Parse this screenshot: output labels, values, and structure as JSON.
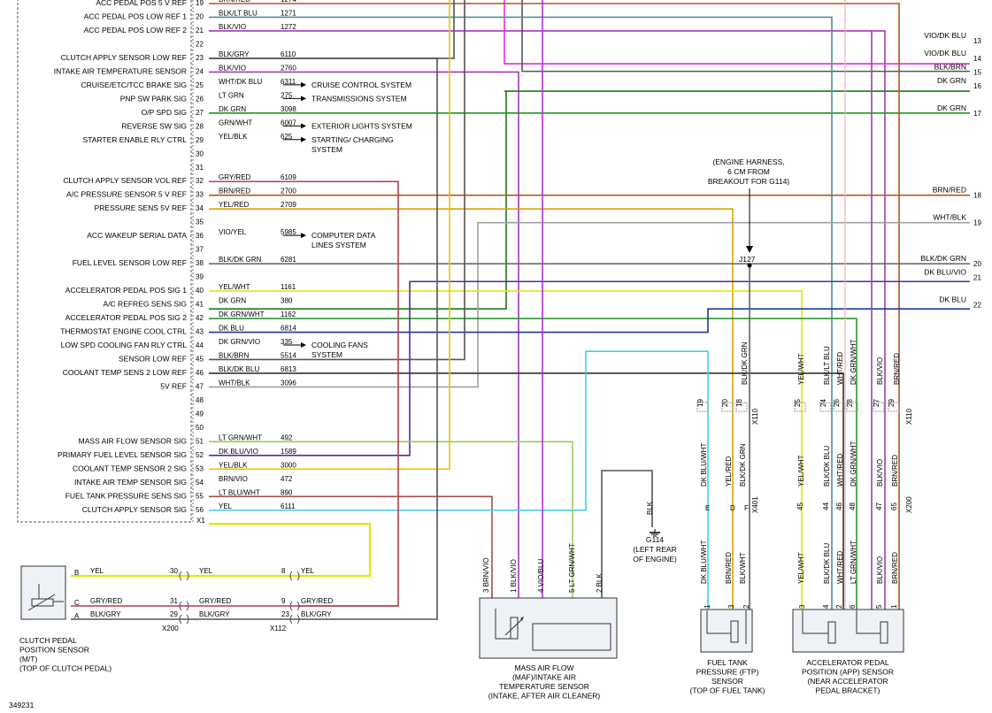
{
  "pcm_pins": [
    {
      "pin": "19",
      "name": "ACC PEDAL POS 5 V REF",
      "wire": "BRN/RED",
      "circuit": "1274"
    },
    {
      "pin": "20",
      "name": "ACC PEDAL POS LOW REF 1",
      "wire": "BLK/LT BLU",
      "circuit": "1271"
    },
    {
      "pin": "21",
      "name": "ACC PEDAL POS LOW REF 2",
      "wire": "BLK/VIO",
      "circuit": "1272"
    },
    {
      "pin": "22",
      "name": "",
      "wire": "",
      "circuit": ""
    },
    {
      "pin": "23",
      "name": "CLUTCH APPLY SENSOR LOW REF",
      "wire": "BLK/GRY",
      "circuit": "6110"
    },
    {
      "pin": "24",
      "name": "INTAKE AIR TEMPERATURE SENSOR",
      "wire": "BLK/VIO",
      "circuit": "2760"
    },
    {
      "pin": "25",
      "name": "CRUISE/ETC/TCC BRAKE SIG",
      "wire": "WHT/DK BLU",
      "circuit": "6311"
    },
    {
      "pin": "26",
      "name": "PNP SW PARK SIG",
      "wire": "LT GRN",
      "circuit": "275"
    },
    {
      "pin": "27",
      "name": "O/P SPD SIG",
      "wire": "DK GRN",
      "circuit": "3098"
    },
    {
      "pin": "28",
      "name": "REVERSE SW SIG",
      "wire": "GRN/WHT",
      "circuit": "6007"
    },
    {
      "pin": "29",
      "name": "STARTER ENABLE RLY CTRL",
      "wire": "YEL/BLK",
      "circuit": "625"
    },
    {
      "pin": "30",
      "name": "",
      "wire": "",
      "circuit": ""
    },
    {
      "pin": "31",
      "name": "",
      "wire": "",
      "circuit": ""
    },
    {
      "pin": "32",
      "name": "CLUTCH APPLY SENSOR VOL REF",
      "wire": "GRY/RED",
      "circuit": "6109"
    },
    {
      "pin": "33",
      "name": "A/C PRESSURE SENSOR 5 V REF",
      "wire": "BRN/RED",
      "circuit": "2700"
    },
    {
      "pin": "34",
      "name": "PRESSURE SENS 5V REF",
      "wire": "YEL/RED",
      "circuit": "2709"
    },
    {
      "pin": "35",
      "name": "",
      "wire": "",
      "circuit": ""
    },
    {
      "pin": "36",
      "name": "ACC WAKEUP SERIAL DATA",
      "wire": "VIO/YEL",
      "circuit": "5985"
    },
    {
      "pin": "37",
      "name": "",
      "wire": "",
      "circuit": ""
    },
    {
      "pin": "38",
      "name": "FUEL LEVEL SENSOR LOW REF",
      "wire": "BLK/DK GRN",
      "circuit": "6281"
    },
    {
      "pin": "39",
      "name": "",
      "wire": "",
      "circuit": ""
    },
    {
      "pin": "40",
      "name": "ACCELERATOR PEDAL POS SIG 1",
      "wire": "YEL/WHT",
      "circuit": "1161"
    },
    {
      "pin": "41",
      "name": "A/C REFREG SENS SIG",
      "wire": "DK GRN",
      "circuit": "380"
    },
    {
      "pin": "42",
      "name": "ACCELERATOR PEDAL POS SIG 2",
      "wire": "DK GRN/WHT",
      "circuit": "1162"
    },
    {
      "pin": "43",
      "name": "THERMOSTAT ENGINE COOL CTRL",
      "wire": "DK BLU",
      "circuit": "6814"
    },
    {
      "pin": "44",
      "name": "LOW SPD COOLING FAN RLY CTRL",
      "wire": "DK GRN/VIO",
      "circuit": "335"
    },
    {
      "pin": "45",
      "name": "SENSOR LOW REF",
      "wire": "BLK/BRN",
      "circuit": "5514"
    },
    {
      "pin": "46",
      "name": "COOLANT TEMP SENS 2 LOW REF",
      "wire": "BLK/DK BLU",
      "circuit": "6813"
    },
    {
      "pin": "47",
      "name": "5V REF",
      "wire": "WHT/BLK",
      "circuit": "3096"
    },
    {
      "pin": "48",
      "name": "",
      "wire": "",
      "circuit": ""
    },
    {
      "pin": "49",
      "name": "",
      "wire": "",
      "circuit": ""
    },
    {
      "pin": "50",
      "name": "",
      "wire": "",
      "circuit": ""
    },
    {
      "pin": "51",
      "name": "MASS AIR FLOW SENSOR SIG",
      "wire": "LT GRN/WHT",
      "circuit": "492"
    },
    {
      "pin": "52",
      "name": "PRIMARY FUEL LEVEL SENSOR SIG",
      "wire": "DK BLU/VIO",
      "circuit": "1589"
    },
    {
      "pin": "53",
      "name": "COOLANT TEMP SENSOR 2 SIG",
      "wire": "YEL/BLK",
      "circuit": "3000"
    },
    {
      "pin": "54",
      "name": "INTAKE AIR TEMP SENSOR SIG",
      "wire": "BRN/VIO",
      "circuit": "472"
    },
    {
      "pin": "55",
      "name": "FUEL TANK PRESSURE SENS SIG",
      "wire": "LT BLU/WHT",
      "circuit": "890"
    },
    {
      "pin": "56",
      "name": "CLUTCH APPLY SENSOR SIG",
      "wire": "YEL",
      "circuit": "6111"
    }
  ],
  "connector_label": "X1",
  "arrows": [
    {
      "text": "CRUISE CONTROL SYSTEM"
    },
    {
      "text": "TRANSMISSIONS SYSTEM"
    },
    {
      "text": "EXTERIOR LIGHTS SYSTEM"
    },
    {
      "text": "STARTING/ CHARGING",
      "text2": "SYSTEM"
    },
    {
      "text": "COMPUTER DATA",
      "text2": "LINES SYSTEM"
    },
    {
      "text": "COOLING FANS",
      "text2": "SYSTEM"
    }
  ],
  "right_refs": [
    {
      "num": "13",
      "label": "VIO/DK BLU",
      "color": "#a23ab5"
    },
    {
      "num": "14",
      "label": "VIO/DK BLU",
      "color": "#e030e0"
    },
    {
      "num": "15",
      "label": "BLK/BRN",
      "color": "#555555"
    },
    {
      "num": "16",
      "label": "DK GRN",
      "color": "#1a7a1a"
    },
    {
      "num": "17",
      "label": "DK GRN",
      "color": "#1a9a1a"
    },
    {
      "num": "18",
      "label": "BRN/RED",
      "color": "#b5541c"
    },
    {
      "num": "19",
      "label": "WHT/BLK",
      "color": "#a0a0a0"
    },
    {
      "num": "20",
      "label": "BLK/DK GRN",
      "color": "#556b55"
    },
    {
      "num": "21",
      "label": "DK BLU/VIO",
      "color": "#5a2a9a"
    },
    {
      "num": "22",
      "label": "DK BLU",
      "color": "#1a3a9a"
    }
  ],
  "engine_harness_note": [
    "(ENGINE HARNESS,",
    "6 CM FROM",
    "BREAKOUT FOR G114)"
  ],
  "splice": "J127",
  "ground": {
    "wire": "BLK",
    "id": "G114",
    "note": [
      "(LEFT REAR",
      "OF ENGINE)"
    ]
  },
  "x110": {
    "label": "X110",
    "pins": [
      "19",
      "20",
      "18",
      "25",
      "24",
      "26",
      "28",
      "27",
      "29"
    ],
    "wires": [
      "DK BLU/WHT",
      "YEL/RED",
      "BLK/DK GRN",
      "YEL/WHT",
      "BLK/DK BLU",
      "WHT/RED",
      "DK GRN/WHT",
      "BLK/VIO",
      "BRN/RED"
    ]
  },
  "top_vertical_labels": [
    "BLK/DK GRN",
    "YEL/WHT",
    "BLK/LT BLU",
    "WHT/RED",
    "DK GRN/WHT",
    "BLK/VIO",
    "BRN/RED"
  ],
  "x401": {
    "label": "X401",
    "pins": [
      "E",
      "D",
      "F"
    ]
  },
  "x200b": {
    "label": "X200",
    "pins": [
      "45",
      "44",
      "46",
      "48",
      "47",
      "65"
    ]
  },
  "lower_wire_labels": [
    "DK BLU/WHT",
    "BRN/RED",
    "BLK/WHT",
    "YEL/WHT",
    "BLK/DK BLU",
    "WHT/RED",
    "LT GRN/WHT",
    "BLK/VIO",
    "BRN/RED"
  ],
  "maf": {
    "wires": [
      {
        "pin": "3",
        "label": "BRN/VIO"
      },
      {
        "pin": "1",
        "label": "BLK/VIO"
      },
      {
        "pin": "4",
        "label": "VIO/BLU"
      },
      {
        "pin": "5",
        "label": "LT GRN/WHT"
      },
      {
        "pin": "2",
        "label": "BLK"
      }
    ],
    "title": [
      "MASS AIR FLOW",
      "(MAF)/INTAKE AIR",
      "TEMPERATURE SENSOR",
      "(INTAKE, AFTER AIR CLEANER)"
    ]
  },
  "ftp": {
    "pins": [
      "1",
      "3",
      "2"
    ],
    "title": [
      "FUEL TANK",
      "PRESSURE (FTP)",
      "SENSOR",
      "(TOP OF FUEL TANK)"
    ]
  },
  "app": {
    "pins": [
      "3",
      "4",
      "2",
      "6",
      "5",
      "1"
    ],
    "title": [
      "ACCELERATOR PEDAL",
      "POSITION (APP) SENSOR",
      "(NEAR ACCELERATOR",
      "PEDAL BRACKET)"
    ]
  },
  "clutch": {
    "pins": [
      "B",
      "C",
      "A"
    ],
    "wires": [
      "YEL",
      "GRY/RED",
      "BLK/GRY"
    ],
    "x200_pins": [
      "30",
      "31",
      "29"
    ],
    "x112_pins": [
      "8",
      "9",
      "23"
    ],
    "x200_label": "X200",
    "x112_label": "X112",
    "title": [
      "CLUTCH PEDAL",
      "POSITION SENSOR",
      "(M/T)",
      "(TOP OF CLUTCH PEDAL)"
    ]
  },
  "figure_id": "349231"
}
